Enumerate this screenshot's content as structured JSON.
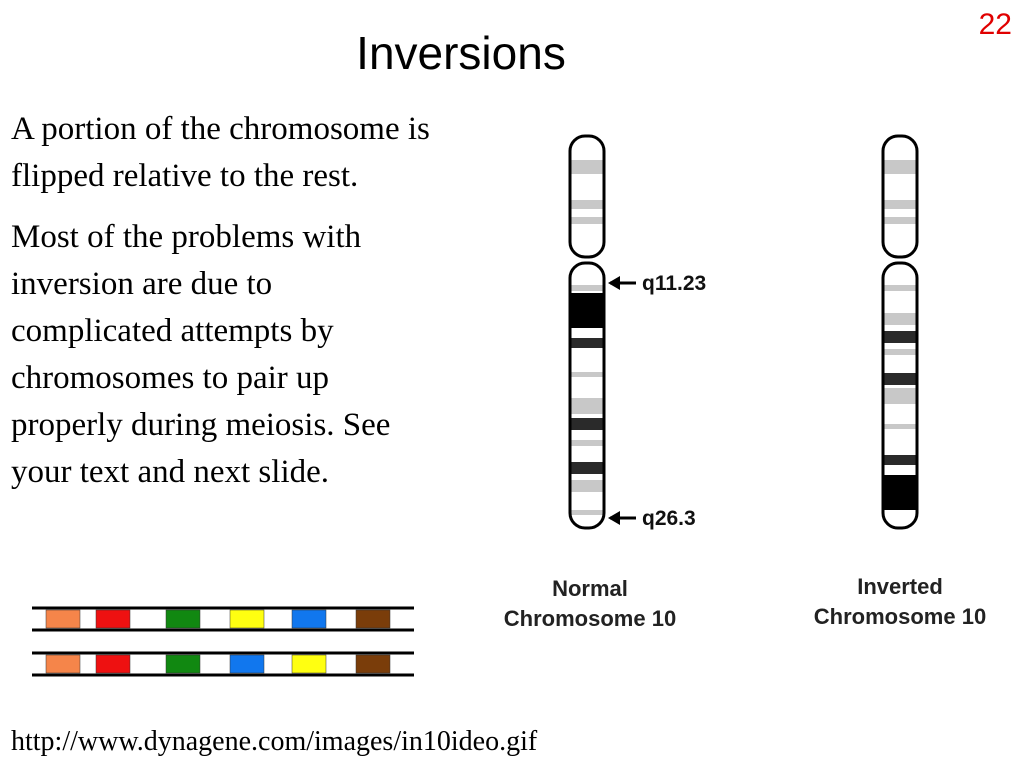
{
  "slide": {
    "number": "22",
    "title": "Inversions"
  },
  "body": {
    "paragraph1": "A portion of the chromosome is flipped relative to the rest.",
    "paragraph2": "Most of the problems with inversion are due to complicated attempts by chromosomes to pair up properly during meiosis. See your text and next slide."
  },
  "source_url": "http://www.dynagene.com/images/in10ideo.gif",
  "chromosome_figure": {
    "normal_label_line1": "Normal",
    "normal_label_line2": "Chromosome 10",
    "inverted_label_line1": "Inverted",
    "inverted_label_line2": "Chromosome 10",
    "band_top": "q11.23",
    "band_bottom": "q26.3"
  },
  "gene_order": {
    "normal": [
      "#f5854a",
      "#ee1111",
      "#118811",
      "#ffff11",
      "#1177ee",
      "#7a3d0a"
    ],
    "inverted": [
      "#f5854a",
      "#ee1111",
      "#118811",
      "#1177ee",
      "#ffff11",
      "#7a3d0a"
    ]
  }
}
